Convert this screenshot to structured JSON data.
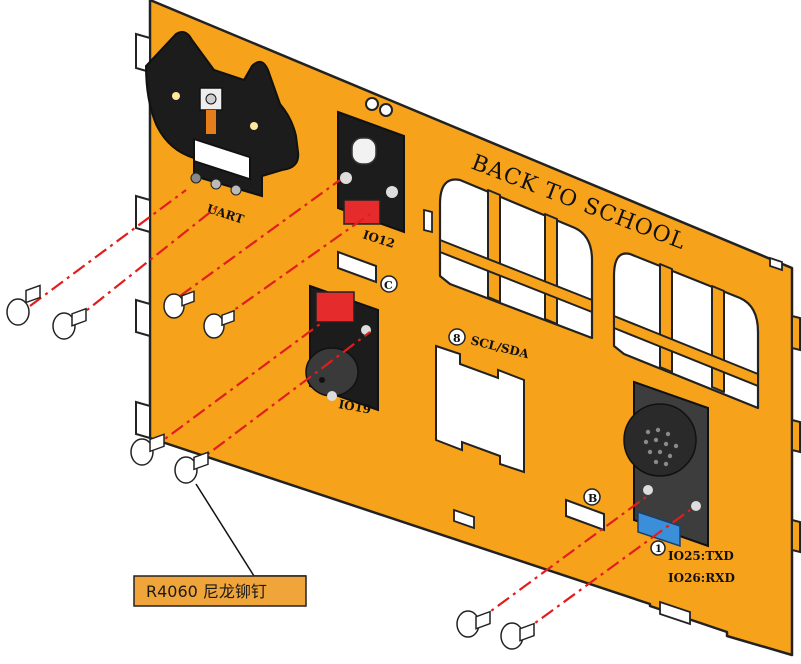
{
  "panel": {
    "title": "BACK TO SCHOOL",
    "colors": {
      "panel": "#f7a21b",
      "panel_edge": "#222222",
      "module": "#1c1c1c",
      "connector_red": "#e52b2b",
      "connector_blue": "#3a8fd8",
      "dash": "#e21d1d",
      "callout_fill": "#f0a53a"
    }
  },
  "labels": {
    "uart": "UART",
    "io12": "IO12",
    "io19": "IO19",
    "c_mark": "C",
    "b_mark": "B",
    "eight_mark": "8",
    "one_mark": "1",
    "scl_sda": "SCL/SDA",
    "io25": "IO25:TXD",
    "io26": "IO26:RXD"
  },
  "callout": {
    "text": "R4060 尼龙铆钉"
  }
}
